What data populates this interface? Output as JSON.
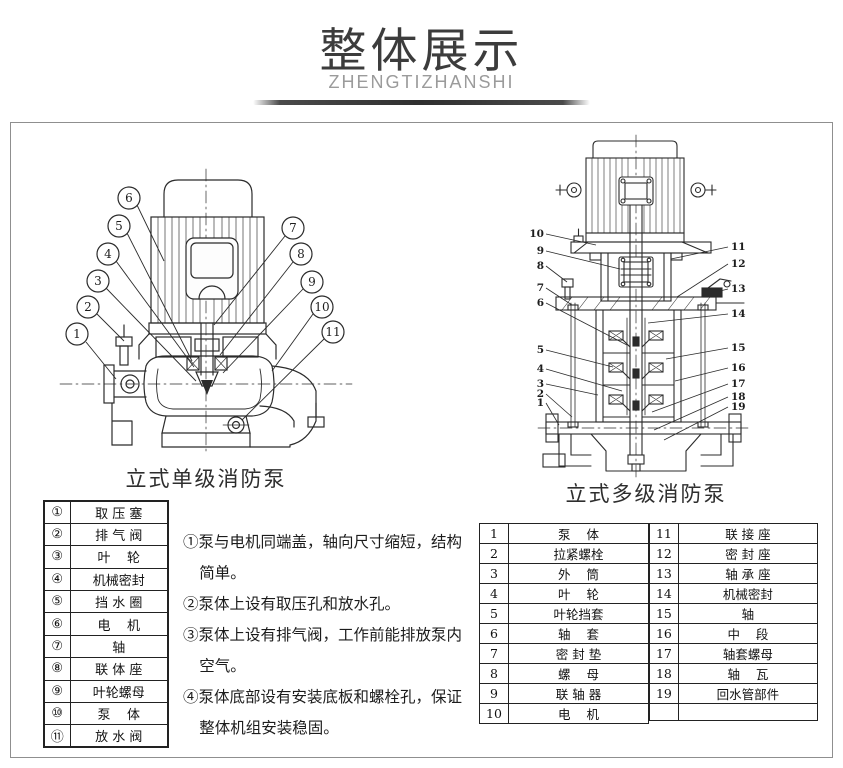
{
  "header": {
    "title": "整体展示",
    "subtitle": "ZHENGTIZHANSHI"
  },
  "panel": {
    "left_diagram": {
      "caption": "立式单级消防泵",
      "callouts": [
        "1",
        "2",
        "3",
        "4",
        "5",
        "6",
        "7",
        "8",
        "9",
        "10",
        "11"
      ]
    },
    "right_diagram": {
      "caption": "立式多级消防泵",
      "callouts": [
        "1",
        "2",
        "3",
        "4",
        "5",
        "6",
        "7",
        "8",
        "9",
        "10",
        "11",
        "12",
        "13",
        "14",
        "15",
        "16",
        "17",
        "18",
        "19"
      ]
    },
    "left_table": {
      "rows": [
        {
          "num": "①",
          "name": "取 压 塞"
        },
        {
          "num": "②",
          "name": "排 气 阀"
        },
        {
          "num": "③",
          "name": "叶    轮"
        },
        {
          "num": "④",
          "name": "机械密封"
        },
        {
          "num": "⑤",
          "name": "挡 水 圈"
        },
        {
          "num": "⑥",
          "name": "电    机"
        },
        {
          "num": "⑦",
          "name": "轴"
        },
        {
          "num": "⑧",
          "name": "联 体 座"
        },
        {
          "num": "⑨",
          "name": "叶轮螺母"
        },
        {
          "num": "⑩",
          "name": "泵    体"
        },
        {
          "num": "⑪",
          "name": "放 水 阀"
        }
      ]
    },
    "notes": [
      "①泵与电机同端盖，轴向尺寸缩短，结构简单。",
      "②泵体上设有取压孔和放水孔。",
      "③泵体上设有排气阀，工作前能排放泵内空气。",
      "④泵体底部设有安装底板和螺栓孔，保证整体机组安装稳固。"
    ],
    "right_table": {
      "left_rows": [
        {
          "num": "1",
          "name": "泵    体"
        },
        {
          "num": "2",
          "name": "拉紧螺栓"
        },
        {
          "num": "3",
          "name": "外    筒"
        },
        {
          "num": "4",
          "name": "叶    轮"
        },
        {
          "num": "5",
          "name": "叶轮挡套"
        },
        {
          "num": "6",
          "name": "轴    套"
        },
        {
          "num": "7",
          "name": "密 封 垫"
        },
        {
          "num": "8",
          "name": "螺    母"
        },
        {
          "num": "9",
          "name": "联 轴 器"
        },
        {
          "num": "10",
          "name": "电    机"
        }
      ],
      "right_rows": [
        {
          "num": "11",
          "name": "联 接 座"
        },
        {
          "num": "12",
          "name": "密 封 座"
        },
        {
          "num": "13",
          "name": "轴 承 座"
        },
        {
          "num": "14",
          "name": "机械密封"
        },
        {
          "num": "15",
          "name": "轴"
        },
        {
          "num": "16",
          "name": "中    段"
        },
        {
          "num": "17",
          "name": "轴套螺母"
        },
        {
          "num": "18",
          "name": "轴    瓦"
        },
        {
          "num": "19",
          "name": "回水管部件"
        },
        {
          "num": " ",
          "name": " "
        }
      ]
    }
  },
  "colors": {
    "title": "#3c3c3c",
    "subtitle": "#9b9b9b",
    "line_art": "#2b2b2b",
    "panel_border": "#8f8f8f"
  }
}
